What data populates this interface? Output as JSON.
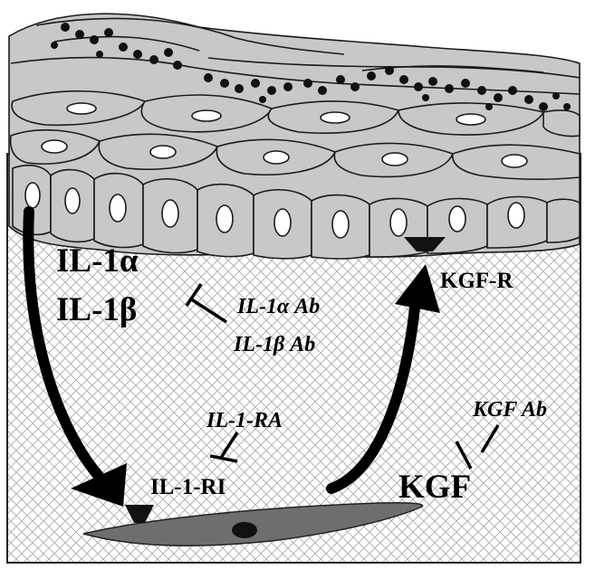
{
  "diagram": {
    "cytokines": {
      "il1a": "IL-1α",
      "il1b": "IL-1β"
    },
    "inhibitors": {
      "il1a_ab": "IL-1α Ab",
      "il1b_ab": "IL-1β Ab",
      "il1_ra": "IL-1-RA",
      "kgf_ab": "KGF Ab"
    },
    "receptors": {
      "kgf_r": "KGF-R",
      "il1_ri": "IL-1-RI"
    },
    "factor": {
      "kgf": "KGF"
    }
  },
  "colors": {
    "cell_fill": "#c8c8c8",
    "cell_stroke": "#1a1a1a",
    "matrix_hatch": "#9a9a9a",
    "fibroblast_fill": "#6e6e6e",
    "arrow": "#000000"
  }
}
